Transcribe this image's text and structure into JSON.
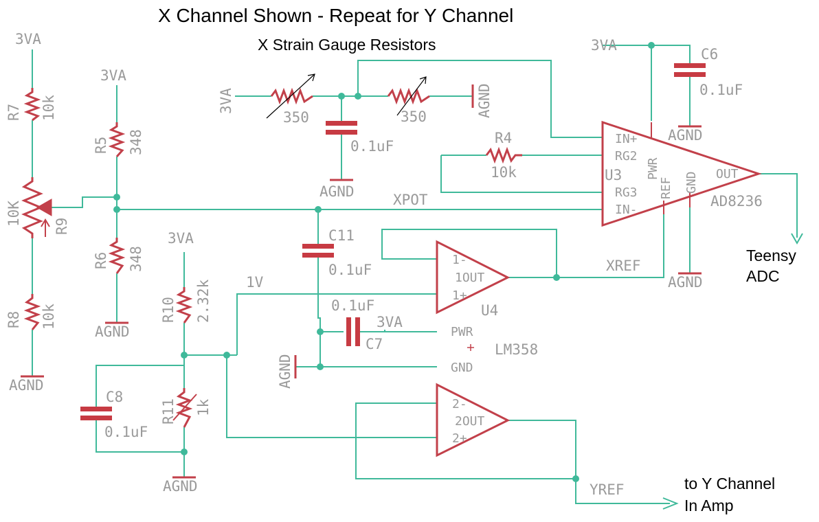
{
  "title": "X Channel Shown - Repeat for Y Channel",
  "subtitle": "X Strain Gauge Resistors",
  "notes": {
    "teensy_1": "Teensy",
    "teensy_2": "ADC",
    "y_channel_1": "to Y Channel",
    "y_channel_2": "In Amp"
  },
  "supplies": {
    "vdd": "3VA",
    "gnd": "AGND"
  },
  "nets": {
    "xpot": "XPOT",
    "xref": "XREF",
    "yref": "YREF",
    "v1": "1V"
  },
  "components": {
    "r7": {
      "name": "R7",
      "value": "10k"
    },
    "r8": {
      "name": "R8",
      "value": "10k"
    },
    "r9": {
      "name": "R9",
      "value": "10K"
    },
    "r5": {
      "name": "R5",
      "value": "348"
    },
    "r6": {
      "name": "R6",
      "value": "348"
    },
    "r10": {
      "name": "R10",
      "value": "2.32k"
    },
    "r11": {
      "name": "R11",
      "value": "1k"
    },
    "r4": {
      "name": "R4",
      "value": "10k"
    },
    "sg1": {
      "value": "350"
    },
    "sg2": {
      "value": "350"
    },
    "c_sg": {
      "value": "0.1uF"
    },
    "c6": {
      "name": "C6",
      "value": "0.1uF"
    },
    "c11": {
      "name": "C11",
      "value": "0.1uF"
    },
    "c7": {
      "name": "C7",
      "value": "0.1uF"
    },
    "c8": {
      "name": "C8",
      "value": "0.1uF"
    },
    "u3": {
      "name": "U3",
      "part": "AD8236",
      "pins": {
        "inp": "IN+",
        "rg2": "RG2",
        "rg3": "RG3",
        "inm": "IN-",
        "pwr": "PWR",
        "ref": "REF",
        "gnd": "GND",
        "out": "OUT"
      }
    },
    "u4": {
      "name": "U4",
      "part": "LM358",
      "pins": {
        "in1m": "1-",
        "out1": "1OUT",
        "in1p": "1+",
        "in2m": "2-",
        "out2": "2OUT",
        "in2p": "2+",
        "pwr": "PWR",
        "gnd": "GND"
      }
    }
  },
  "colors": {
    "wire": "#3fb99a",
    "part": "#c2404a",
    "label": "#9a9a9a",
    "text": "#000000"
  }
}
